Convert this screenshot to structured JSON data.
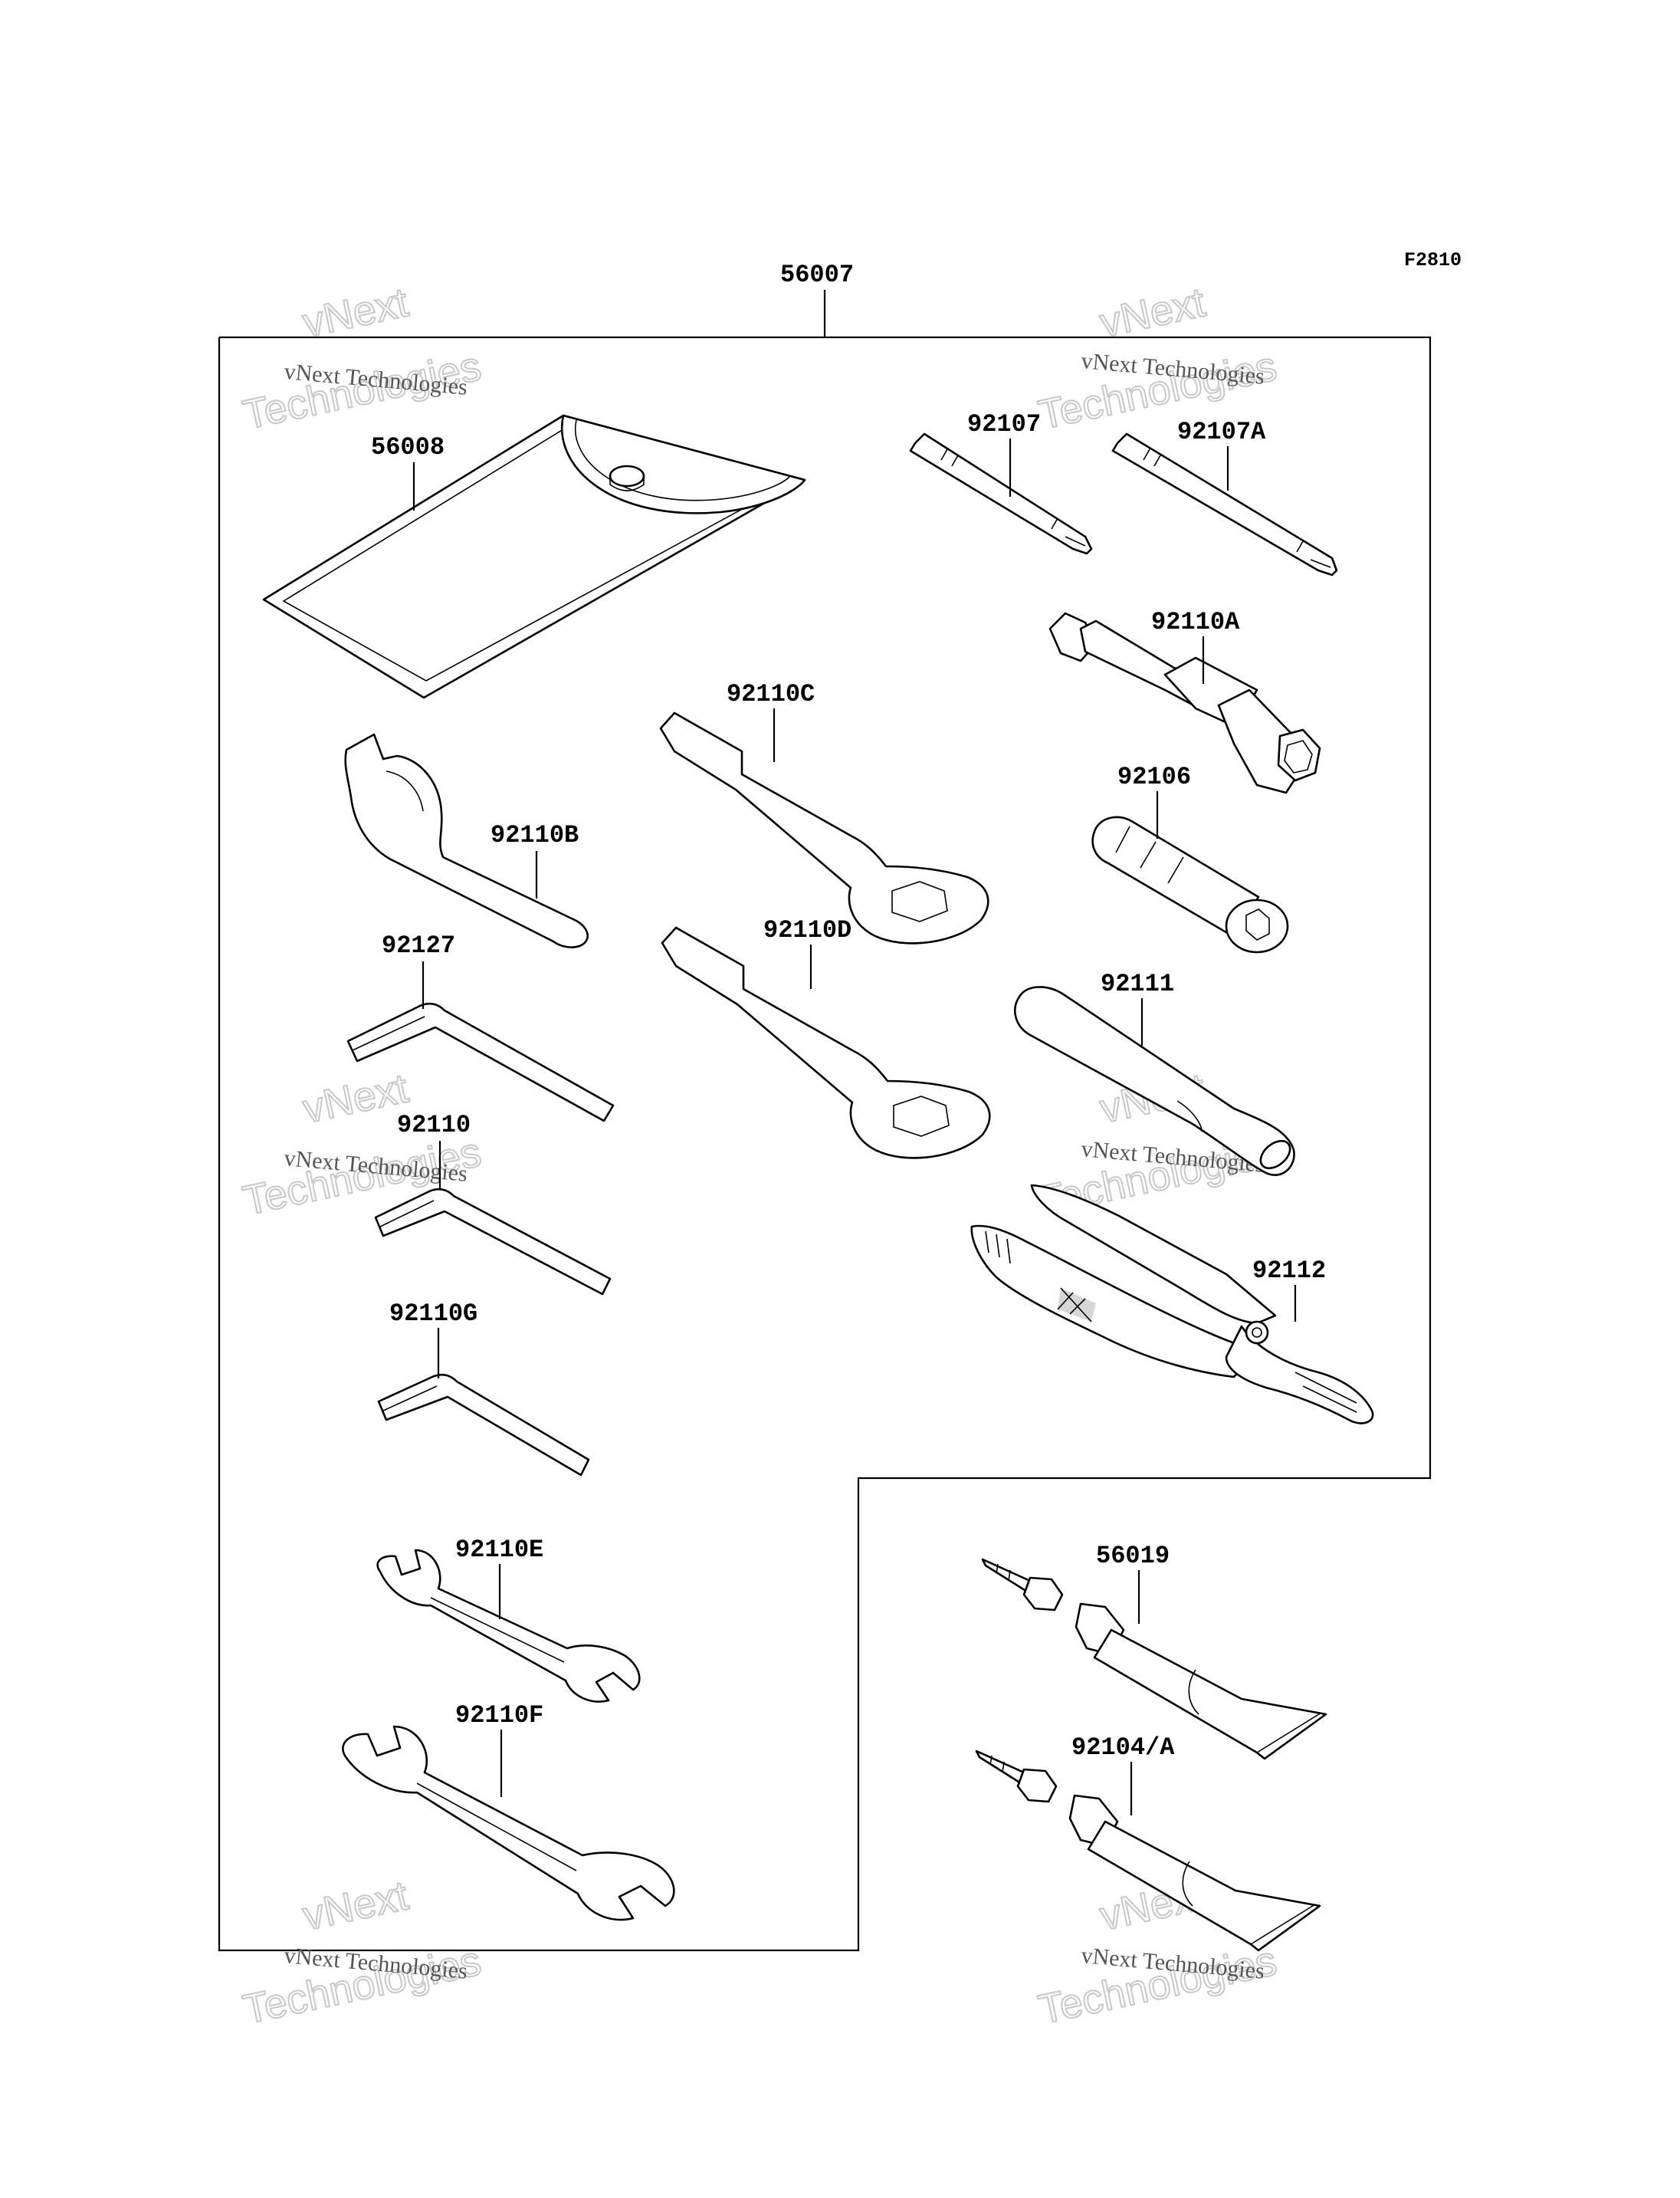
{
  "figure_code": "F2810",
  "watermark": {
    "line1": "vNext Technologies",
    "line2": "vNext",
    "line3": "Technologies"
  },
  "labels": {
    "kit": "56007",
    "pouch": "56008",
    "bit_short": "92107",
    "bit_long": "92107A",
    "box_wrench_small": "92110A",
    "hook_spanner": "92110B",
    "ring_wrench_c": "92110C",
    "ring_wrench_d": "92110D",
    "hex_socket": "92106",
    "hex_key_92127": "92127",
    "tube_bar": "92111",
    "hex_key_92110": "92110",
    "pliers": "92112",
    "hex_key_92110g": "92110G",
    "open_wrench_e": "92110E",
    "open_wrench_f": "92110F",
    "grease_tube_a": "56019",
    "grease_tube_b": "92104/A"
  }
}
